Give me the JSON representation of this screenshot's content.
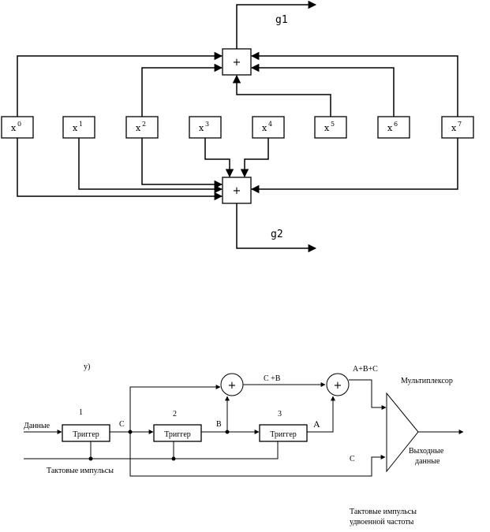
{
  "top": {
    "terms": [
      {
        "base": "x",
        "exp": "0"
      },
      {
        "base": "x",
        "exp": "1"
      },
      {
        "base": "x",
        "exp": "2"
      },
      {
        "base": "x",
        "exp": "3"
      },
      {
        "base": "x",
        "exp": "4"
      },
      {
        "base": "x",
        "exp": "5"
      },
      {
        "base": "x",
        "exp": "6"
      },
      {
        "base": "x",
        "exp": "7"
      }
    ],
    "adder_symbol": "+",
    "out1": "g1",
    "out2": "g2"
  },
  "bottom": {
    "stray": "у)",
    "stage1": "1",
    "stage2": "2",
    "stage3": "3",
    "trigger": "Триггер",
    "data_in": "Данные",
    "clock": "Тактовые импульсы",
    "sig_c": "C",
    "sig_b": "B",
    "sig_a": "A",
    "sig_cb": "C +B",
    "sig_abc": "A+B+C",
    "sig_c_mux": "C",
    "mux_title": "Мультиплексор",
    "out_line1": "Выходные",
    "out_line2": "данные",
    "dbl_clock_line1": "Тактовые импульсы",
    "dbl_clock_line2": "удвоенной частоты",
    "adder_symbol": "+"
  }
}
